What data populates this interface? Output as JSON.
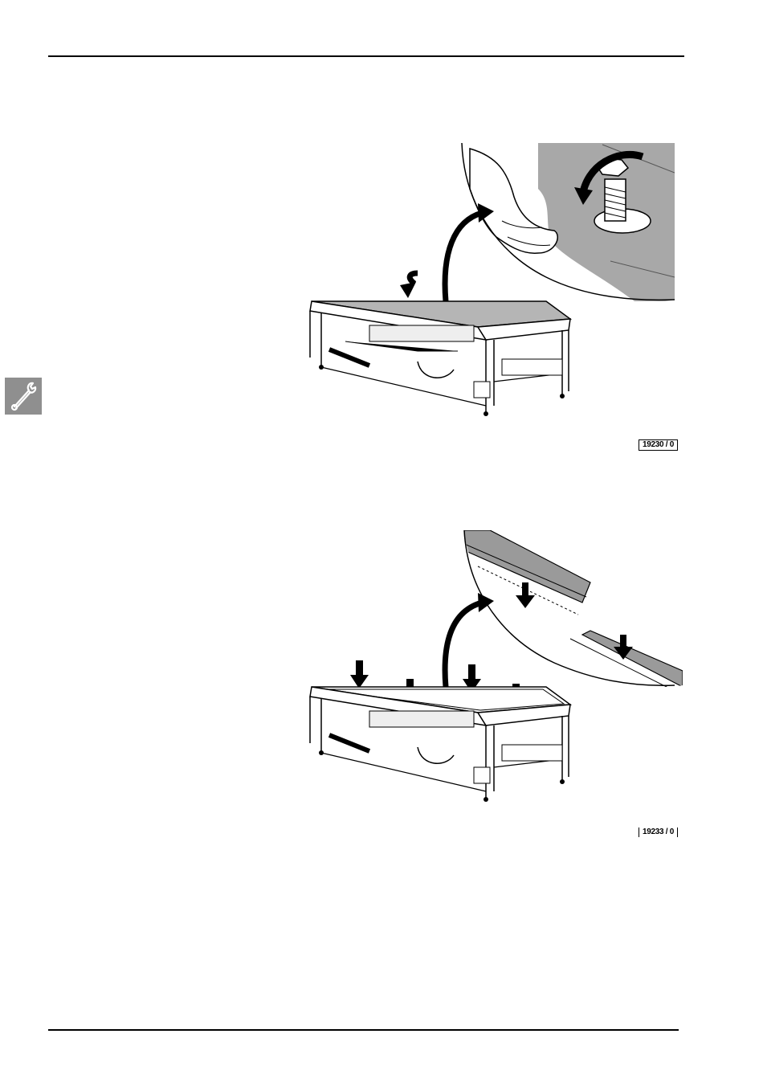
{
  "figures": [
    {
      "id_label": "19230 / 0",
      "icon": "table-felt-bolt-illustration"
    },
    {
      "id_label": "19233 / 0",
      "icon": "table-felt-strip-illustration"
    }
  ],
  "side_tab": {
    "icon": "wrench-icon"
  }
}
